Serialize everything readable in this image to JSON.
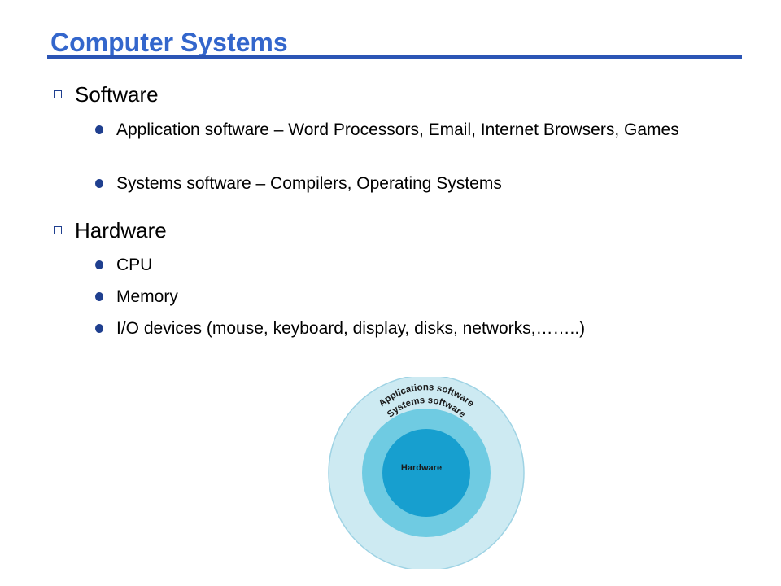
{
  "slide": {
    "title": "Computer Systems",
    "sections": [
      {
        "label": "Software",
        "items": [
          "Application software – Word Processors, Email, Internet Browsers, Games",
          "Systems software – Compilers, Operating Systems"
        ]
      },
      {
        "label": "Hardware",
        "items": [
          "CPU",
          "Memory",
          "I/O devices (mouse, keyboard, display, disks, networks,……..)"
        ]
      }
    ]
  },
  "diagram": {
    "outer_label": "Applications software",
    "middle_label": "Systems software",
    "inner_label": "Hardware"
  },
  "colors": {
    "title": "#3366cc",
    "bullet": "#1f3f8f",
    "ring_outer": "#cdeaf2",
    "ring_middle": "#6fcbe2",
    "ring_inner": "#179fcf"
  },
  "icons": {
    "level1": "square-bullet-icon",
    "level2": "round-bullet-icon"
  }
}
